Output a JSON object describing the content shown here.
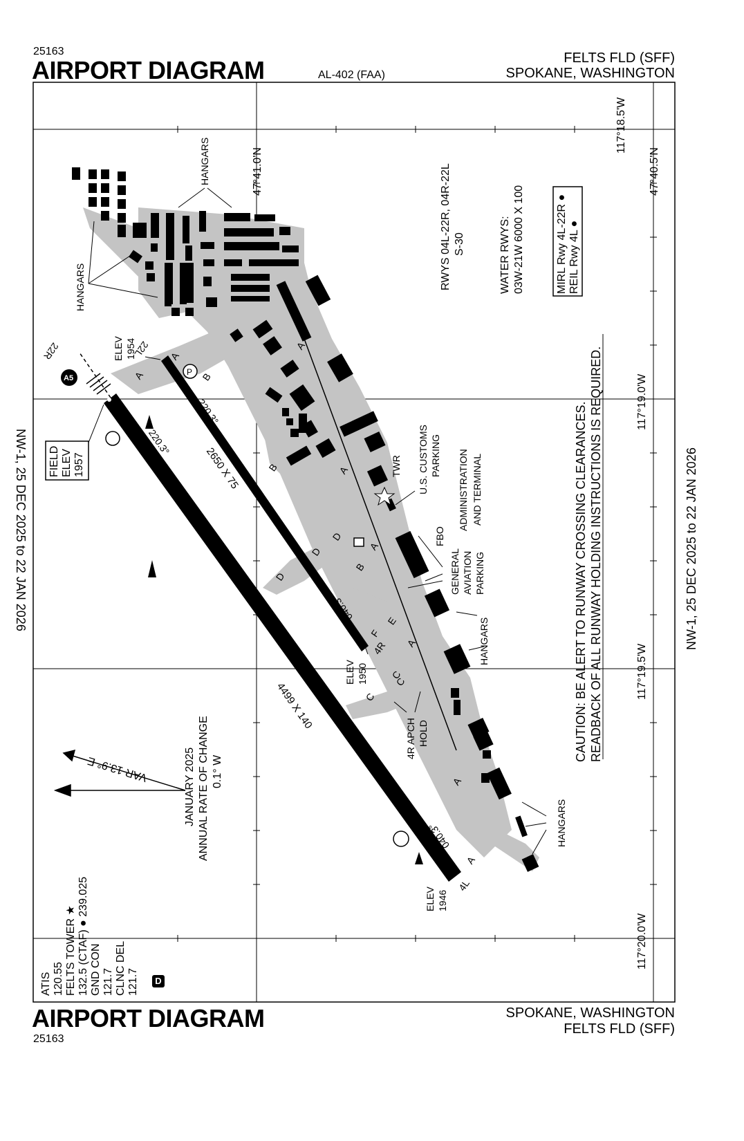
{
  "header": {
    "chart_number": "25163",
    "title": "AIRPORT DIAGRAM",
    "procedure_id": "AL-402 (FAA)",
    "airport": "FELTS FLD (SFF)",
    "location": "SPOKANE, WASHINGTON"
  },
  "footer": {
    "chart_number": "25163",
    "title": "AIRPORT DIAGRAM",
    "airport": "FELTS FLD (SFF)",
    "location": "SPOKANE, WASHINGTON"
  },
  "side_margin": {
    "left_date": "NW-1, 25 DEC 2025 to 22 JAN 2026",
    "right_date": "NW-1, 25 DEC 2025 to 22 JAN 2026"
  },
  "coordinates": {
    "lat_top_left": "47°41.0'N",
    "lat_top_right": "47°40.5'N",
    "lon_1": "117°18.5'W",
    "lon_2": "117°19.0'W",
    "lon_3": "117°19.5'W",
    "lon_4": "117°20.0'W"
  },
  "frequencies": {
    "lines": [
      "ATIS",
      "120.55",
      "FELTS TOWER ★",
      "132.5 (CTAF) ● 239.025",
      "GND CON",
      "121.7",
      "CLNC DEL",
      "121.7"
    ],
    "d_badge": "D"
  },
  "variation": {
    "var": "VAR 13.9° E",
    "epoch": "JANUARY 2025",
    "rate_label": "ANNUAL RATE OF CHANGE",
    "rate": "0.1° W"
  },
  "runway_info": {
    "runways": "RWYS 04L-22R, 04R-22L",
    "surface": "S-30",
    "water_title": "WATER RWYS:",
    "water": "03W-21W 6000 X 100",
    "mirl": "MIRL Rwy 4L-22R ●",
    "reil": "REIL Rwy 4L ●"
  },
  "caution": {
    "line1": "CAUTION: BE ALERT TO RUNWAY CROSSING CLEARANCES.",
    "line2": "READBACK OF ALL RUNWAY HOLDING INSTRUCTIONS IS REQUIRED."
  },
  "field_elev": {
    "line1": "FIELD",
    "line2": "ELEV",
    "line3": "1957"
  },
  "labels": {
    "hangars": "HANGARS",
    "elev": "ELEV",
    "elev_1954": "1954",
    "elev_1950": "1950",
    "elev_1946": "1946",
    "rwy_22r": "22R",
    "rwy_22l": "22L",
    "rwy_4r": "4R",
    "rwy_4l": "4L",
    "hdg_220_a": "220.3°",
    "hdg_220_b": "220.3°",
    "hdg_040_a": "040.3°",
    "hdg_040_b": "040.3°",
    "dims_4l": "4499 X 140",
    "dims_4r": "2650 X 75",
    "twr": "TWR",
    "customs": "U.S. CUSTOMS",
    "customs2": "PARKING",
    "admin": "ADMINISTRATION",
    "admin2": "AND TERMINAL",
    "fbo": "FBO",
    "ga1": "GENERAL",
    "ga2": "AVIATION",
    "ga3": "PARKING",
    "apch_hold1": "4R APCH",
    "apch_hold2": "HOLD",
    "a5": "A5",
    "hotspot": "P",
    "twy_a": "A",
    "twy_b": "B",
    "twy_c": "C",
    "twy_d": "D",
    "twy_e": "E",
    "twy_f": "F"
  }
}
